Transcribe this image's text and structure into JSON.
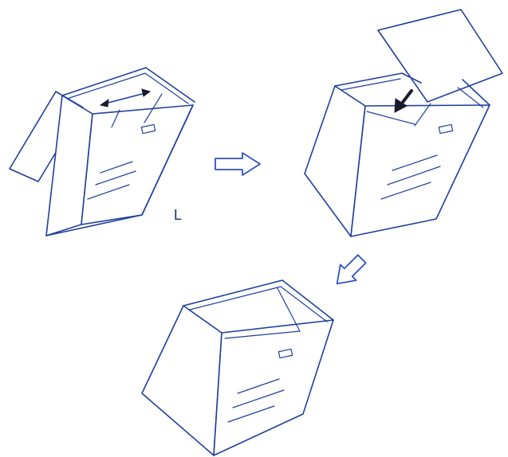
{
  "diagram": {
    "steps": [
      {
        "id": "step-1"
      },
      {
        "id": "step-2"
      },
      {
        "id": "step-3"
      }
    ],
    "label_L": "L",
    "colors": {
      "line": "#1f3f9e",
      "arrow_outline": "#2d53c8",
      "solid_arrow": "#1a1a2e",
      "background": "#ffffff"
    }
  }
}
